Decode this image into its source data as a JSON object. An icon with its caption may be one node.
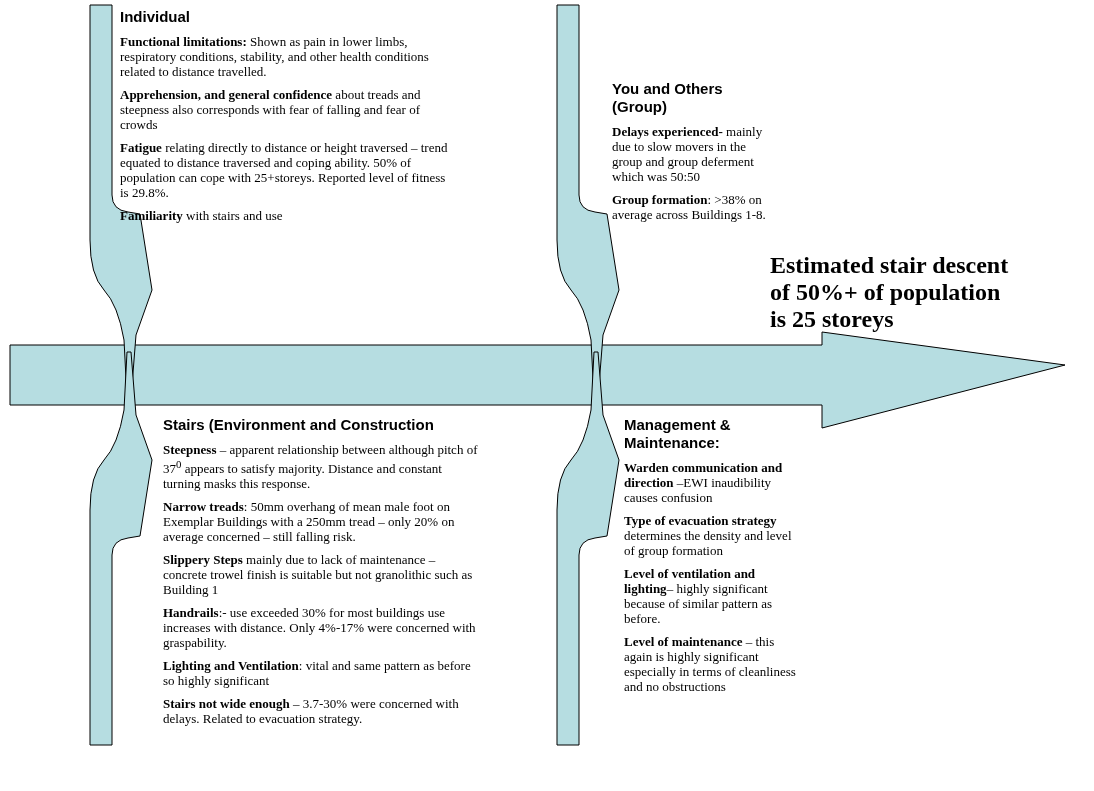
{
  "diagram": {
    "nodes": [
      {
        "text": [
          "Individual",
          "**Functional limitations:** Shown as pain in lower limbs, respiratory conditions, stability, and other health conditions related to distance travelled.",
          "**Apprehension, and general confidence** about treads and steepness also corresponds with fear of falling and fear of crowds",
          "**Fatigue** relating directly to distance or height traversed – trend equated to distance traversed and coping ability. 50% of population can cope with 25+storeys. Reported level of fitness is 29.8%.",
          "**Familiarity** with stairs and use"
        ]
      },
      {
        "text": [
          "You and Others (Group)",
          "**Delays experienced-** mainly due to slow movers in the group and group deferment which was 50:50",
          "**Group formation**: >38% on average across Buildings 1-8."
        ]
      },
      {
        "text": [
          "Stairs (Environment and Construction",
          "**Steepness** – apparent relationship between although pitch of 37$^{0}$ appears to satisfy majority. Distance and constant turning masks this response.",
          "**Narrow treads**: 50mm overhang of mean male foot on Exemplar Buildings with a 250mm tread – only 20% on average concerned – still falling risk.",
          "**Slippery Steps** mainly due to lack of maintenance – concrete trowel finish is suitable but not granolithic such as Building 1",
          "**Handrails**:- use exceeded 30% for most buildings use increases with distance. Only 4%-17% were concerned with graspability.",
          "**Lighting and Ventilation**: vital and same pattern as before so highly significant",
          "**Stairs not wide enough** – 3.7-30% were concerned with delays. Related to evacuation strategy."
        ]
      },
      {
        "text": [
          "Management & Maintenance:",
          "**Warden communication and direction** –EWI inaudibility causes confusion",
          "**Type of evacuation strategy** determines the density and level of group formation",
          "**Level of ventilation and lighting**– highly significant because of similar pattern as before.",
          "**Level of maintenance** – this again is highly significant especially in terms of cleanliness and no obstructions"
        ]
      },
      {
        "text": [
          "Estimated stair descent of 50%+ of population is 25 storeys"
        ]
      }
    ],
    "edges": [
      {
        "from": 0,
        "to": 4,
        "arrow": "to"
      },
      {
        "from": 1,
        "to": 4,
        "arrow": "to"
      },
      {
        "from": 2,
        "to": 4,
        "arrow": "to"
      },
      {
        "from": 3,
        "to": 4,
        "arrow": "to"
      }
    ]
  }
}
